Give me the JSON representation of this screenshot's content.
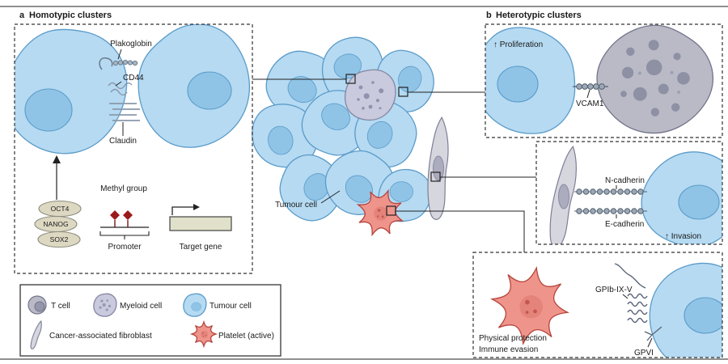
{
  "figure": {
    "panel_a": {
      "letter": "a",
      "title": "Homotypic clusters"
    },
    "panel_b": {
      "letter": "b",
      "title": "Heterotypic clusters"
    },
    "labels": {
      "plakoglobin": "Plakoglobin",
      "cd44": "CD44",
      "claudin": "Claudin",
      "oct4": "OCT4",
      "nanog": "NANOG",
      "sox2": "SOX2",
      "methyl_group": "Methyl group",
      "promoter": "Promoter",
      "target_gene": "Target gene",
      "tumour_cell": "Tumour cell",
      "proliferation": "↑ Proliferation",
      "vcam1": "VCAM1",
      "n_cadherin": "N-cadherin",
      "e_cadherin": "E-cadherin",
      "invasion": "↑ Invasion",
      "physical_protection": "Physical protection",
      "immune_evasion": "Immune evasion",
      "gp1b_ix_v": "GPIb-IX-V",
      "gpvi": "GPVI"
    },
    "legend": {
      "t_cell": "T cell",
      "myeloid_cell": "Myeloid cell",
      "tumour_cell": "Tumour cell",
      "fibroblast": "Cancer-associated fibroblast",
      "platelet": "Platelet (active)"
    },
    "colors": {
      "tumour_fill": "#b5daf2",
      "tumour_stroke": "#5b9bc9",
      "nucleus_fill": "#90c4e6",
      "myeloid_fill": "#c9cadd",
      "gray_cell_fill": "#b9bac6",
      "fibroblast_fill": "#d6d6df",
      "platelet_fill": "#ef948b",
      "platelet_stroke": "#b5443c",
      "badge_fill": "#ddd8c2",
      "gene_fill": "#e1e0ca",
      "methyl": "#9b1b1b"
    }
  }
}
